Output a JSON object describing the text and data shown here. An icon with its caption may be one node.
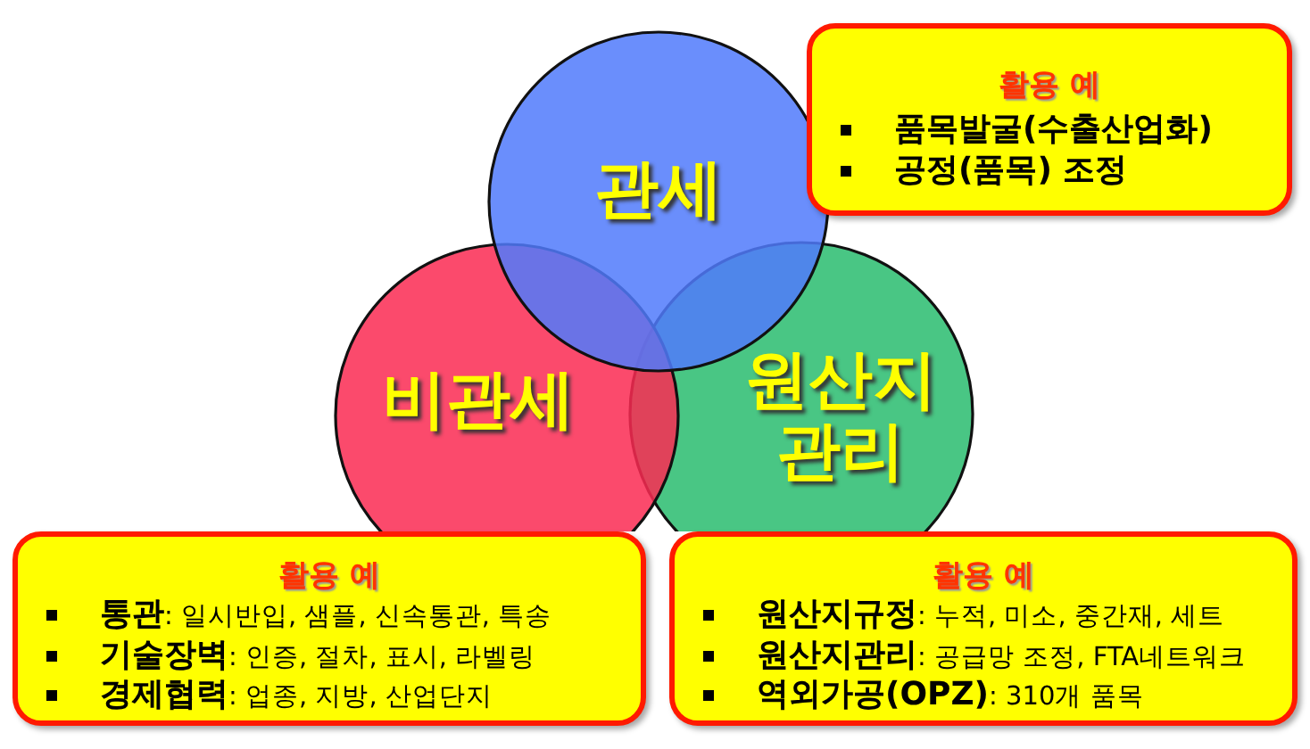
{
  "diagram": {
    "nodes": [
      {
        "text": [
          "관세"
        ]
      },
      {
        "text": [
          "비관세"
        ]
      },
      {
        "text": [
          "원산지 관리"
        ]
      },
      {
        "text": [
          "활용 예",
          "품목발굴(수출산업화)",
          "공정(품목) 조정"
        ]
      },
      {
        "text": [
          "활용 예",
          "**통관**: 일시반입, 샘플, 신속통관, 특송",
          "**기술장벽**: 인증, 절차, 표시, 라벨링",
          "**경제협력**: 업종, 지방, 산업단지"
        ]
      },
      {
        "text": [
          "활용 예",
          "**원산지규정**: 누적, 미소, 중간재, 세트",
          "**원산지관리**: 공급망 조정, FTA네트워크",
          "**역외가공(OPZ)**: 310개 품목"
        ]
      }
    ]
  }
}
